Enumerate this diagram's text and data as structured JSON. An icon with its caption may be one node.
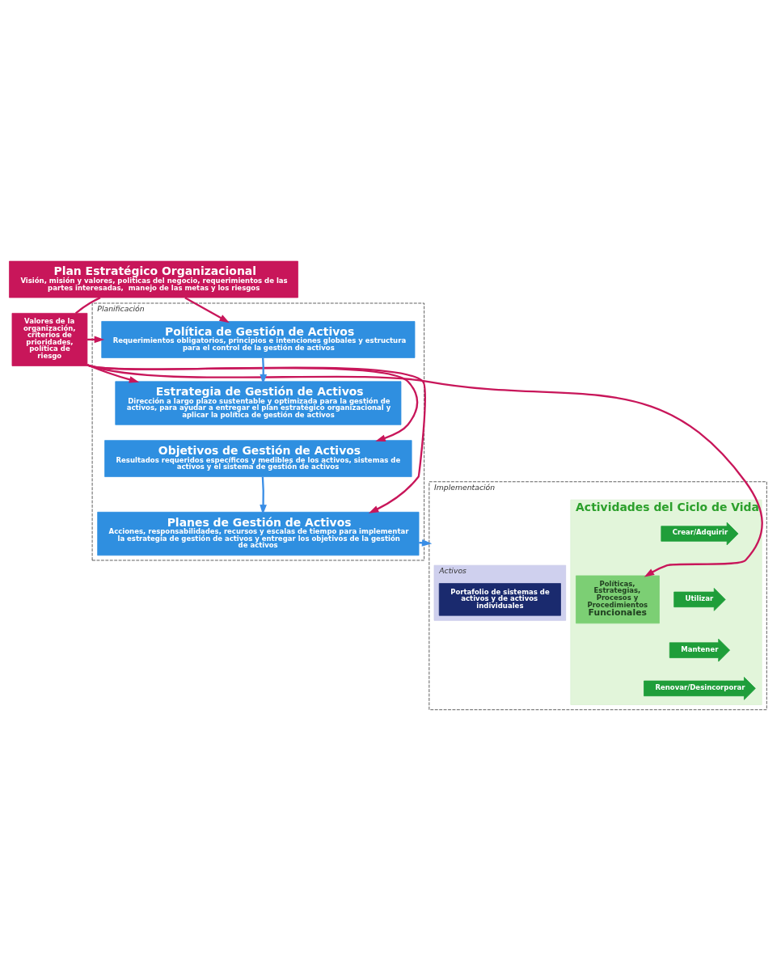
{
  "diagram": {
    "nodes": [
      {
        "text": [
          "Plan Estratégico Organizacional",
          "Visión, misión y valores, politicas del negocio, requerimientos de las partes interesadas,  manejo de las metas y los riesgos"
        ]
      },
      {
        "text": [
          "Valores de la organización, criterios de prioridades, política de riesgo"
        ]
      },
      {
        "text": [
          "Planificación"
        ]
      },
      {
        "text": [
          "Política de Gestión de Activos",
          "Requerimientos obligatorios, principios e intenciones globales y estructura para el control de la gestión de activos"
        ],
        "in": 2
      },
      {
        "text": [
          "Estrategia de Gestión de Activos",
          "Dirección a largo plazo sustentable y optimizada para la gestión de activos, para ayudar a entregar el plan estratégico organizacional y aplicar la política de gestión de activos"
        ],
        "in": 2
      },
      {
        "text": [
          "Objetivos de Gestión de Activos",
          "Resultados requeridos específicos y medibles de los activos, sistemas de activos y el sistema de gestión de activos"
        ],
        "in": 2
      },
      {
        "text": [
          "Planes de Gestión de Activos",
          "Acciones, responsabilidades, recursos y escalas de tiempo para implementar la estrategia de gestión de activos y entregar los objetivos de la gestión de activos"
        ],
        "in": 2
      },
      {
        "text": [
          "Implementación"
        ]
      },
      {
        "text": [
          "Actividades del Ciclo de Vida"
        ],
        "in": 7
      },
      {
        "text": [
          "Políticas, Estrategias, Procesos y Procedimientos",
          "Funcionales"
        ],
        "in": 8
      },
      {
        "text": [
          "Crear/Adquirir"
        ],
        "in": 8
      },
      {
        "text": [
          "Utilizar"
        ],
        "in": 8
      },
      {
        "text": [
          "Mantener"
        ],
        "in": 8
      },
      {
        "text": [
          "Renovar/Desincorporar"
        ],
        "in": 8
      },
      {
        "text": [
          "Activos"
        ],
        "in": 7
      },
      {
        "text": [
          "Portafolio de sistemas de activos y de activos individuales"
        ],
        "in": 14
      }
    ],
    "edges": [
      {
        "from": 0,
        "to": 3,
        "arrow": "to"
      },
      {
        "from": 0,
        "to": 1,
        "arrow": "none"
      },
      {
        "from": 1,
        "to": 3,
        "arrow": "to"
      },
      {
        "from": 1,
        "to": 4,
        "arrow": "to"
      },
      {
        "from": 1,
        "to": 5,
        "arrow": "to"
      },
      {
        "from": 1,
        "to": 6,
        "arrow": "to"
      },
      {
        "from": 1,
        "to": 9,
        "arrow": "to"
      },
      {
        "from": 3,
        "to": 4,
        "arrow": "to",
        "color": "#3a8ee6"
      },
      {
        "from": 5,
        "to": 6,
        "arrow": "to",
        "color": "#3a8ee6"
      },
      {
        "from": 6,
        "to": 7,
        "arrow": "to",
        "color": "#3a8ee6"
      }
    ]
  }
}
